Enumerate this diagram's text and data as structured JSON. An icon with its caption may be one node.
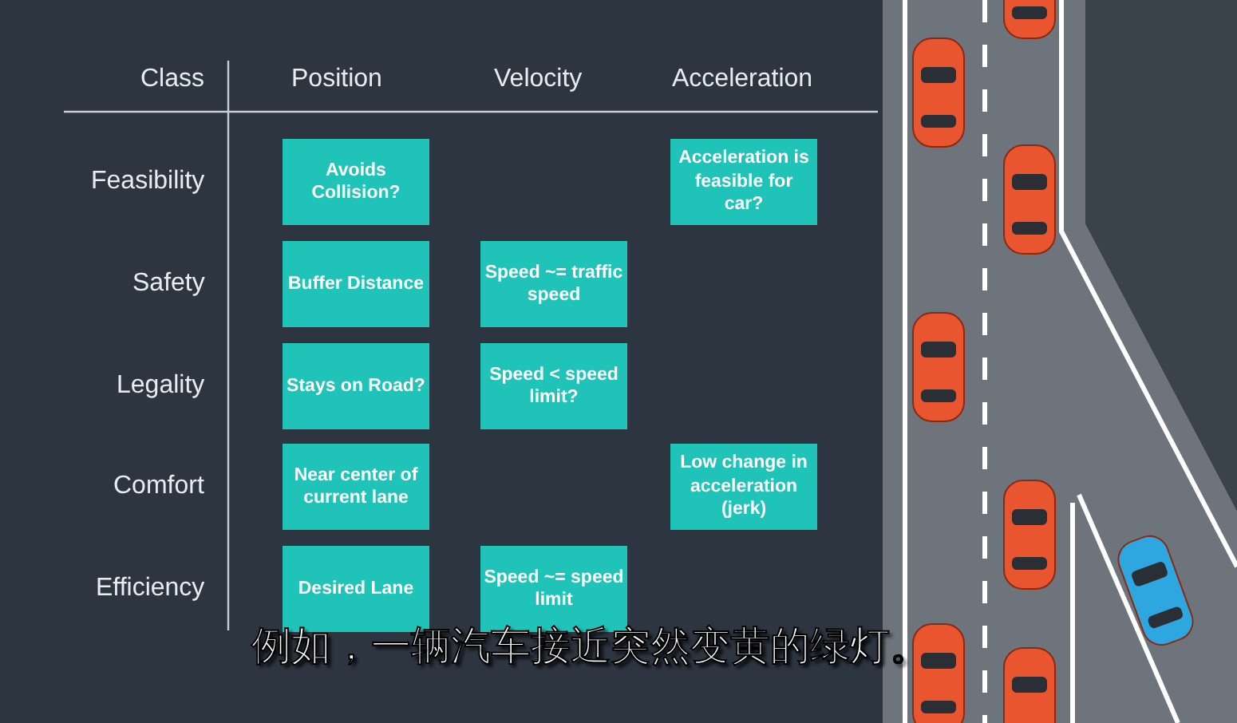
{
  "diagram": {
    "caption": "例如，一辆汽车接近突然变黄的绿灯。",
    "nodes": [
      {
        "text": [
          "Avoids Collision?"
        ]
      },
      {
        "text": [
          "Acceleration is feasible for car?"
        ]
      },
      {
        "text": [
          "Buffer Distance"
        ]
      },
      {
        "text": [
          "Speed ~= traffic speed"
        ]
      },
      {
        "text": [
          "Stays on Road?"
        ]
      },
      {
        "text": [
          "Speed < speed limit?"
        ]
      },
      {
        "text": [
          "Near center of current lane"
        ]
      },
      {
        "text": [
          "Low change in acceleration (jerk)"
        ]
      },
      {
        "text": [
          "Desired Lane"
        ]
      },
      {
        "text": [
          "Speed ~= speed limit"
        ]
      }
    ],
    "labels": [
      "Class",
      "Position",
      "Velocity",
      "Acceleration",
      "Feasibility",
      "Safety",
      "Legality",
      "Comfort",
      "Efficiency"
    ]
  }
}
